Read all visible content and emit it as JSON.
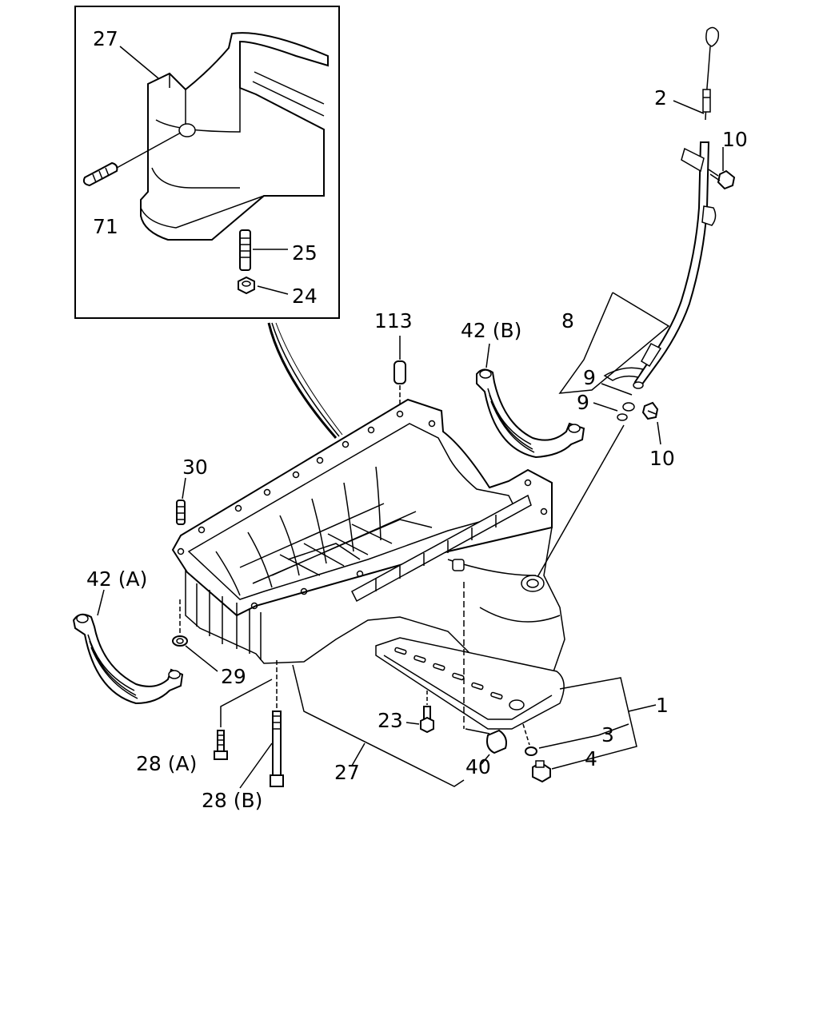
{
  "labels": {
    "inset_pan": "27",
    "inset_stud_a": "71",
    "inset_stud_b": "25",
    "inset_nut": "24",
    "dipstick": "2",
    "bolt_top": "10",
    "guide_assy": "8",
    "ring_a": "9",
    "ring_b": "9",
    "bolt_lower": "10",
    "pin": "113",
    "bracket_b": "42 (B)",
    "stud": "30",
    "bracket_a": "42 (A)",
    "washer": "29",
    "bolt_28a": "28 (A)",
    "bolt_28b": "28 (B)",
    "pan": "27",
    "bolt_23": "23",
    "plug_40": "40",
    "drain_assy": "1",
    "gasket": "3",
    "drain_plug": "4"
  }
}
